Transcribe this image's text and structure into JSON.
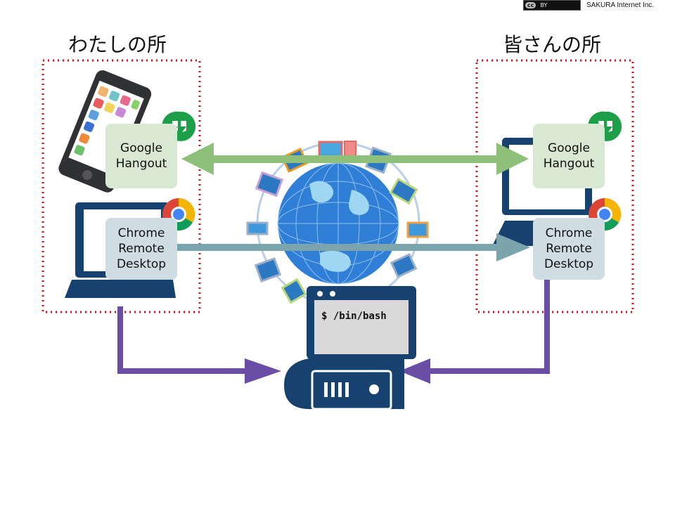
{
  "license": {
    "badge_cc": "cc",
    "badge_by": "BY",
    "company": "SAKURA Internet Inc."
  },
  "headings": {
    "left": "わたしの所",
    "right": "皆さんの所"
  },
  "left": {
    "hangout": {
      "line1": "Google",
      "line2": "Hangout"
    },
    "remote": {
      "line1": "Chrome",
      "line2": "Remote",
      "line3": "Desktop"
    }
  },
  "right": {
    "hangout": {
      "line1": "Google",
      "line2": "Hangout"
    },
    "remote": {
      "line1": "Chrome",
      "line2": "Remote",
      "line3": "Desktop"
    }
  },
  "server": {
    "terminal_text": "$ /bin/bash"
  },
  "colors": {
    "hangout_arrow": "#8fc07a",
    "remote_arrow": "#7ba4ad",
    "server_arrow": "#6a4ea6",
    "device_navy": "#17416f",
    "dotted_border": "#d0121b",
    "hangout_green": "#1d9e48"
  },
  "icons": [
    "cc-by-badge",
    "smartphone-icon",
    "laptop-icon",
    "google-hangouts-icon",
    "chrome-icon",
    "globe-icon",
    "server-icon",
    "terminal-window-icon"
  ]
}
